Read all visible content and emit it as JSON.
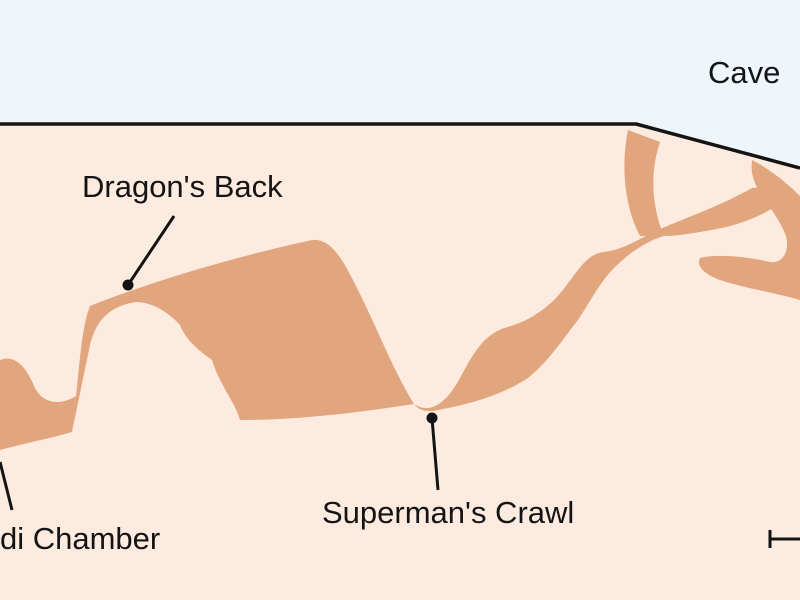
{
  "labels": {
    "cave": "Cave",
    "dragons_back": "Dragon's Back",
    "supermans_crawl": "Superman's Crawl",
    "chamber": "di Chamber"
  },
  "colors": {
    "sky": "#eef5fb",
    "ground": "#fdebdf",
    "passage": "#e2a67e",
    "ink": "#141414"
  }
}
